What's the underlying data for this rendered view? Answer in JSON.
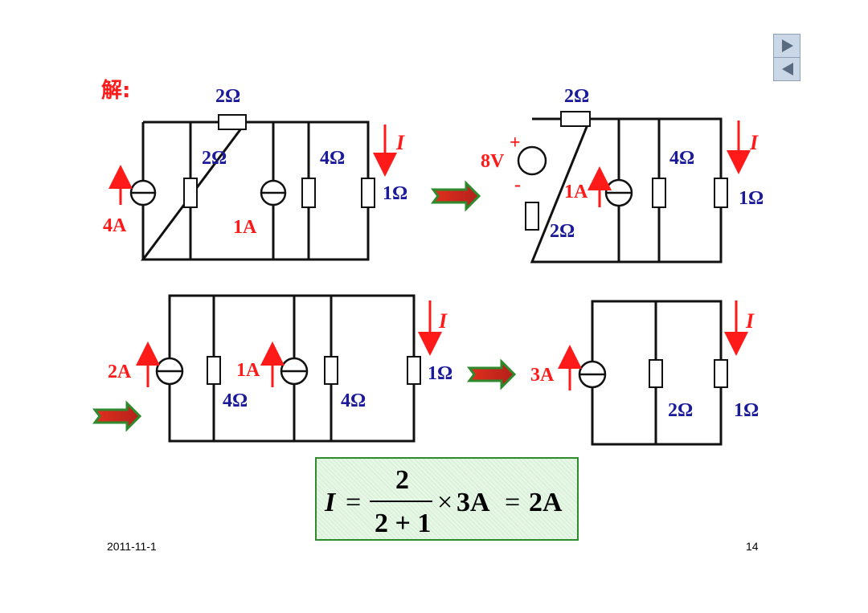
{
  "heading": "解:",
  "footer": {
    "date": "2011-11-1",
    "page": "14"
  },
  "nav": {
    "next": "next-slide",
    "prev": "previous-slide"
  },
  "labels": {
    "current": "I",
    "circuit1": {
      "r_top": "2Ω",
      "r_mid1": "2Ω",
      "r_mid2": "4Ω",
      "r_load": "1Ω",
      "src1": "4A",
      "src2": "1A"
    },
    "circuit2": {
      "r_top": "2Ω",
      "r_mid": "4Ω",
      "r_load": "1Ω",
      "r_series": "2Ω",
      "vsrc": "8V",
      "plus": "+",
      "minus": "-",
      "src": "1A"
    },
    "circuit3": {
      "src1": "2A",
      "src2": "1A",
      "r1": "4Ω",
      "r2": "4Ω",
      "r_load": "1Ω"
    },
    "circuit4": {
      "src": "3A",
      "r1": "2Ω",
      "r_load": "1Ω"
    }
  },
  "formula": {
    "lhs": "I",
    "eq1": "=",
    "numerator": "2",
    "denominator": "2 + 1",
    "times": "×",
    "factor": "3A",
    "eq2": "=",
    "result": "2A"
  },
  "colors": {
    "label_red": "#ff1a1a",
    "label_blue": "#1a1a9a",
    "formula_border": "#2d8a2d",
    "arrow_green": "#2d8a2d",
    "arrow_red": "#e0301e"
  }
}
